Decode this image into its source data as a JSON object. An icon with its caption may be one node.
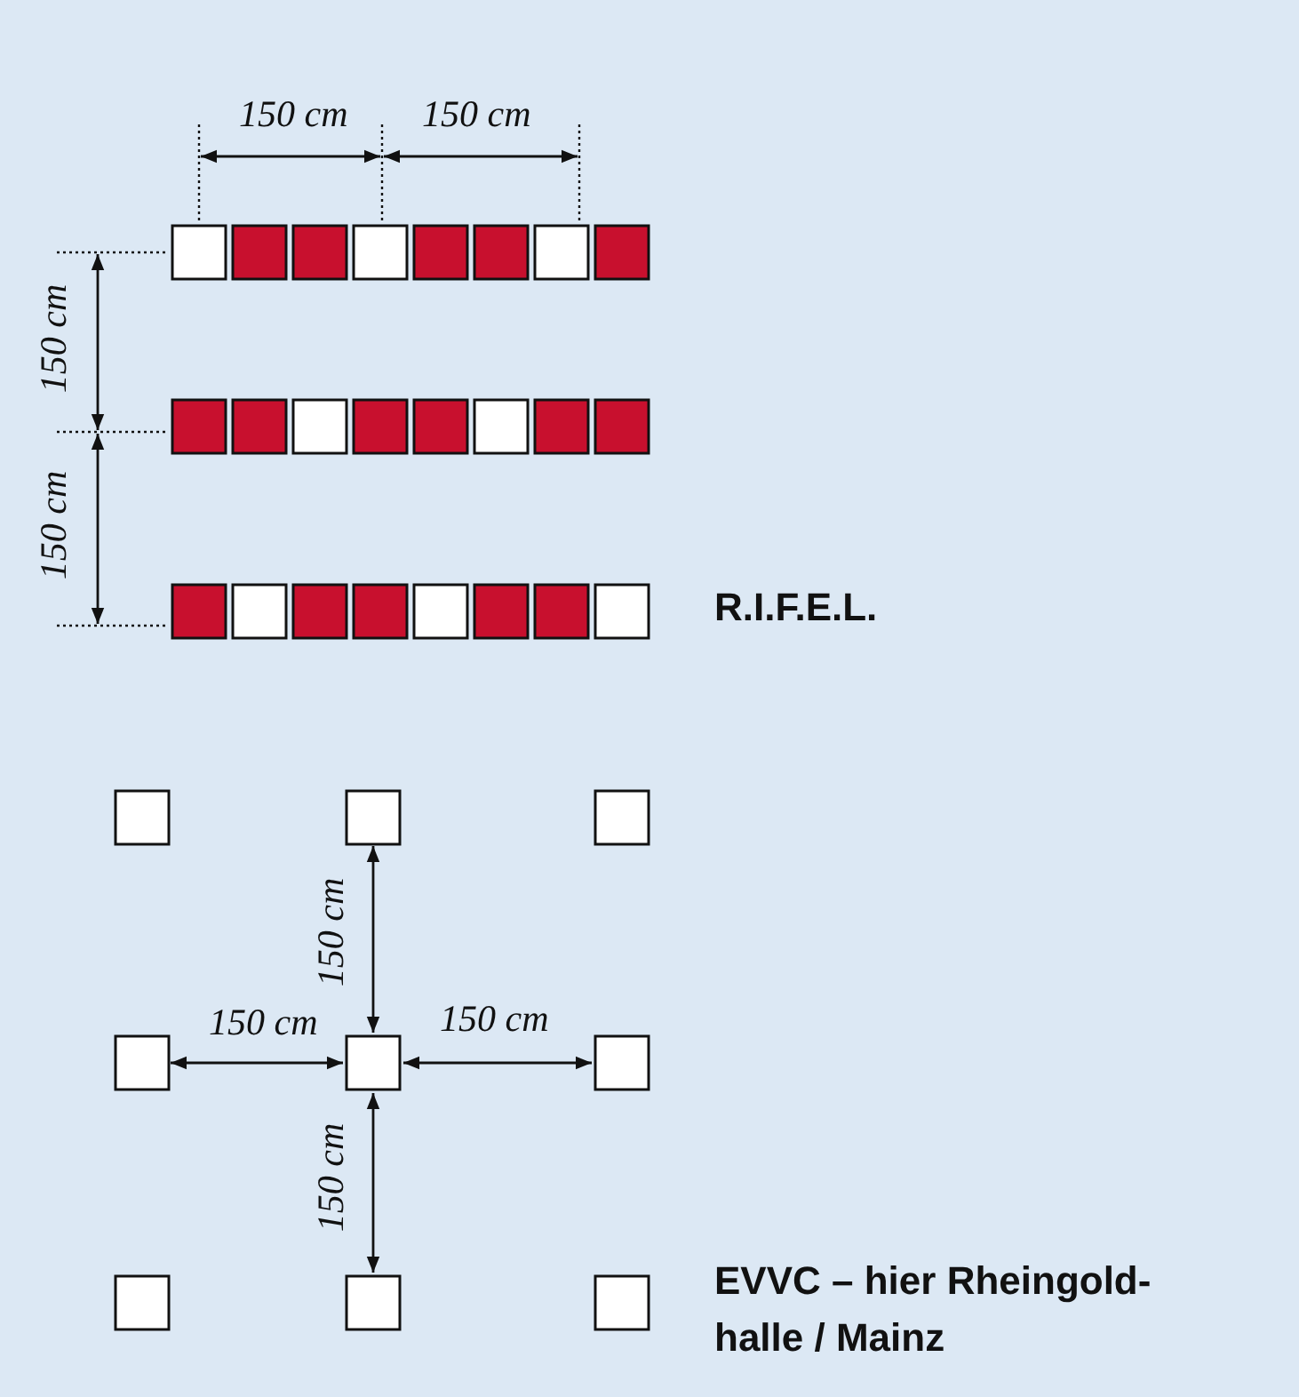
{
  "diagram": {
    "labels": [
      "150 cm",
      "150 cm",
      "150 cm",
      "150 cm",
      "R.I.F.E.L.",
      "150 cm",
      "150 cm",
      "150 cm",
      "150 cm",
      "EVVC – hier Rheingold- halle / Mainz"
    ]
  }
}
